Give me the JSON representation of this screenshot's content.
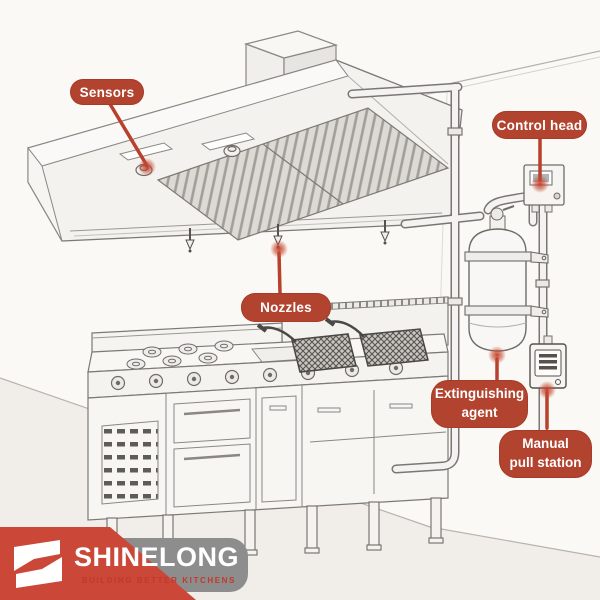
{
  "diagram": {
    "subject": "kitchen-hood-fire-suppression-system",
    "components": [
      "exhaust-hood",
      "hood-duct",
      "sensor-domes",
      "nozzle-heads",
      "cooking-range",
      "fryer-baskets",
      "wall-piping",
      "control-head-device",
      "agent-tank",
      "manual-pull-station-device"
    ],
    "labels": {
      "sensors": {
        "text": "Sensors"
      },
      "control_head": {
        "text": "Control head"
      },
      "nozzles": {
        "text": "Nozzles"
      },
      "extinguishing_agent": {
        "line1": "Extinguishing",
        "line2": "agent"
      },
      "manual_pull_station": {
        "line1": "Manual",
        "line2": "pull station"
      }
    },
    "colors": {
      "label_background": "#b2432f",
      "label_text": "#ffffff",
      "arrow": "#b8402c",
      "line_art": "#7d7a76",
      "background": "#faf9f6",
      "logo_red": "#cb4737",
      "logo_gray": "#8d8d8d",
      "tagline_red": "#c0392b"
    }
  },
  "logo": {
    "brand": "SHINELONG",
    "tagline": "BUILDING BETTER KITCHENS"
  }
}
